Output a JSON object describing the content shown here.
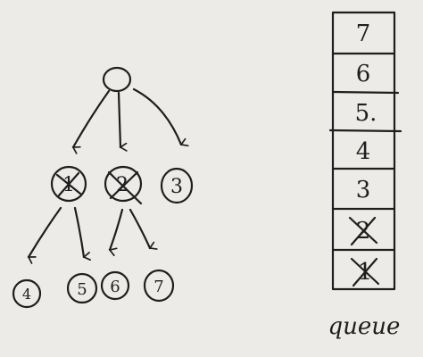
{
  "tree": {
    "root": {
      "label": ""
    },
    "level1": [
      {
        "label": "1",
        "crossed": true
      },
      {
        "label": "2",
        "crossed": true
      },
      {
        "label": "3",
        "crossed": false
      }
    ],
    "level2": [
      {
        "label": "4",
        "parent": "1"
      },
      {
        "label": "5",
        "parent": "1"
      },
      {
        "label": "6",
        "parent": "2"
      },
      {
        "label": "7",
        "parent": "2"
      }
    ]
  },
  "queue": {
    "title": "queue",
    "cells": [
      {
        "label": "7",
        "crossed": false
      },
      {
        "label": "6",
        "crossed": false
      },
      {
        "label": "5.",
        "crossed": false
      },
      {
        "label": "4",
        "crossed": false
      },
      {
        "label": "3",
        "crossed": false
      },
      {
        "label": "2",
        "crossed": true
      },
      {
        "label": "1",
        "crossed": true
      }
    ]
  },
  "colors": {
    "ink": "#1e1e1e",
    "paper": "#ecebe8"
  }
}
